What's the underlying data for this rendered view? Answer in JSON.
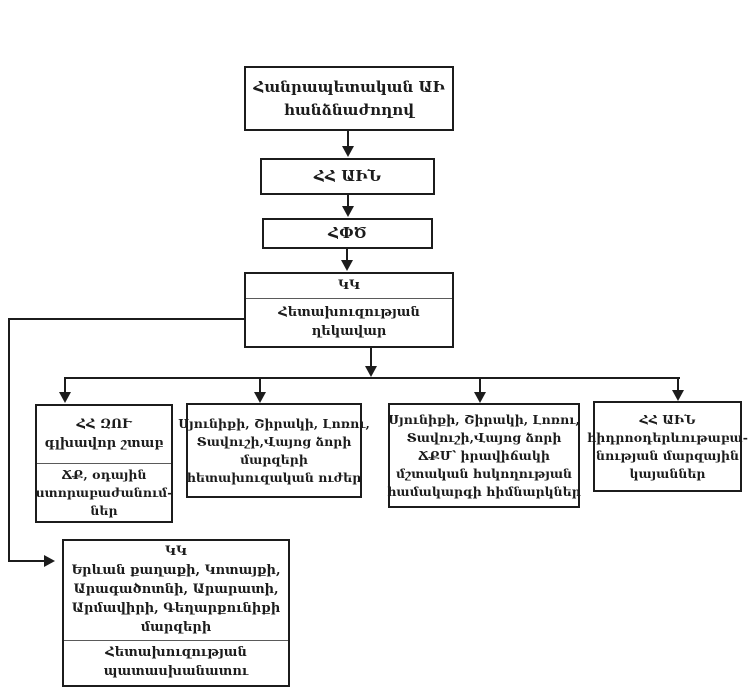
{
  "page": {
    "background": "#ffffff",
    "ink_color": "#1c1c1c",
    "language": "Armenian"
  },
  "diagram": {
    "type": "flowchart",
    "nodes": {
      "commission": {
        "line1": "Հանրապետական ԱԻ",
        "line2": "հանձնաժողով"
      },
      "ministry": {
        "label": "ՀՀ ԱԻՆ"
      },
      "rescue_service": {
        "label": "ՀՓԾ"
      },
      "kk_recon_head": {
        "header": "ԿԿ",
        "line1": "Հետախուզության",
        "line2": "ղեկավար"
      },
      "general_staff": {
        "line1": "ՀՀ ԶՈՒ",
        "line2": "գլխավոր շտաբ",
        "sub1": "ՃՔ, օդային",
        "sub2": "ստորաբաժանում-",
        "sub3": "ներ"
      },
      "marz_recon_forces": {
        "line1": "Սյունիքի, Շիրակի, Լոռու,",
        "line2": "Տավուշի,Վայոց ձորի",
        "line3": "մարզերի",
        "line4": "հետախուզական ուժեր"
      },
      "monitoring_institutions": {
        "line1": "Սյունիքի, Շիրակի, Լոռու,",
        "line2": "Տավուշի,Վայոց ձորի",
        "line3": "ՃՔՄ՝ իրավիճակի",
        "line4": "մշտական հսկողության",
        "line5": "համակարգի հիմնարկներ"
      },
      "hydromet_stations": {
        "line1": "ՀՀ ԱԻՆ",
        "line2": "հիդրոօդերևութաբա-",
        "line3": "նության մարզային",
        "line4": "կայաններ"
      },
      "kk_marz": {
        "header": "ԿԿ",
        "line1": "Երևան քաղաքի, Կոտայքի,",
        "line2": "Արագածոտնի, Արարատի,",
        "line3": "Արմավիրի, Գեղարքունիքի",
        "line4": "մարզերի",
        "sub1": "Հետախուզության",
        "sub2": "պատասխանատու"
      }
    }
  }
}
